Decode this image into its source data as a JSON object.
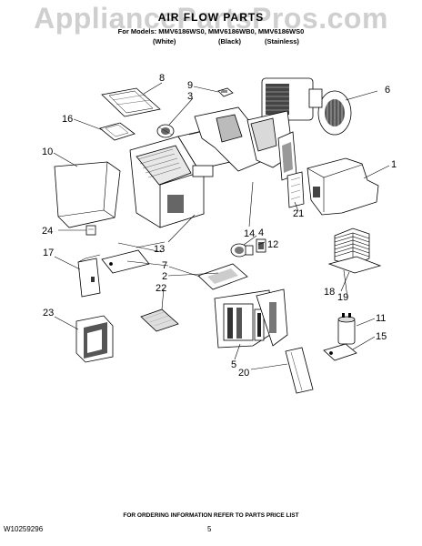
{
  "watermark": "AppliancePartsPros.com",
  "header": {
    "title": "AIR FLOW PARTS",
    "models": "For Models: MMV6186WS0, MMV6186WB0, MMV6186WS0",
    "color_white": "(White)",
    "color_black": "(Black)",
    "color_stainless": "(Stainless)"
  },
  "callouts": [
    "8",
    "9",
    "3",
    "6",
    "16",
    "10",
    "1",
    "14",
    "21",
    "24",
    "4",
    "12",
    "13",
    "17",
    "7",
    "2",
    "22",
    "18",
    "19",
    "23",
    "11",
    "5",
    "15",
    "20"
  ],
  "footer": {
    "ordering": "FOR ORDERING INFORMATION REFER TO PARTS PRICE LIST",
    "doc_number": "W10259296",
    "page": "5"
  }
}
